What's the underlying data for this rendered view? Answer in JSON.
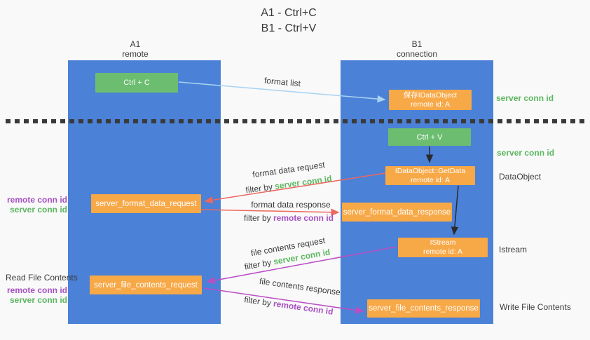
{
  "title": {
    "line1": "A1 - Ctrl+C",
    "line2": "B1 - Ctrl+V"
  },
  "columns": {
    "left": {
      "name": "A1",
      "role": "remote"
    },
    "right": {
      "name": "B1",
      "role": "connection"
    }
  },
  "nodes": {
    "ctrl_c": "Ctrl + C",
    "ctrl_v": "Ctrl + V",
    "save_idataobject": {
      "line1": "保存IDataObject",
      "line2": "remote id: A"
    },
    "getdata": {
      "line1": "IDataObject::GetData",
      "line2": "remote id: A"
    },
    "istream": {
      "line1": "IStream",
      "line2": "remote id: A"
    },
    "format_request": "server_format_data_request",
    "format_response": "server_format_data_response",
    "file_request": "server_file_contents_request",
    "file_response": "server_file_contents_response"
  },
  "arrow_labels": {
    "format_list": "format list",
    "format_data_request": "format data request",
    "format_data_response": "format data response",
    "file_contents_request": "file contents request",
    "file_contents_response": "file contents response",
    "filter_by": "filter by ",
    "server_conn_id": "server conn id",
    "remote_conn_id": "remote conn id"
  },
  "side_labels": {
    "server_conn_id_top": "server conn id",
    "server_conn_id_mid": "server conn id",
    "dataobject": "DataObject",
    "istream": "Istream",
    "write_file_contents": "Write File Contents",
    "read_file_contents": "Read File Contents",
    "remote_conn_id": "remote conn id",
    "server_conn_id": "server conn id"
  },
  "colors": {
    "column_blue": "#4b81d7",
    "box_green": "#6cbd70",
    "box_orange": "#f7a847",
    "arrow_lightblue": "#a9d3f2",
    "arrow_red": "#ed685e",
    "arrow_magenta": "#bb4ec5",
    "arrow_black": "#2b2b2b",
    "text_green": "#5bb75f",
    "text_purple": "#a751c1"
  }
}
